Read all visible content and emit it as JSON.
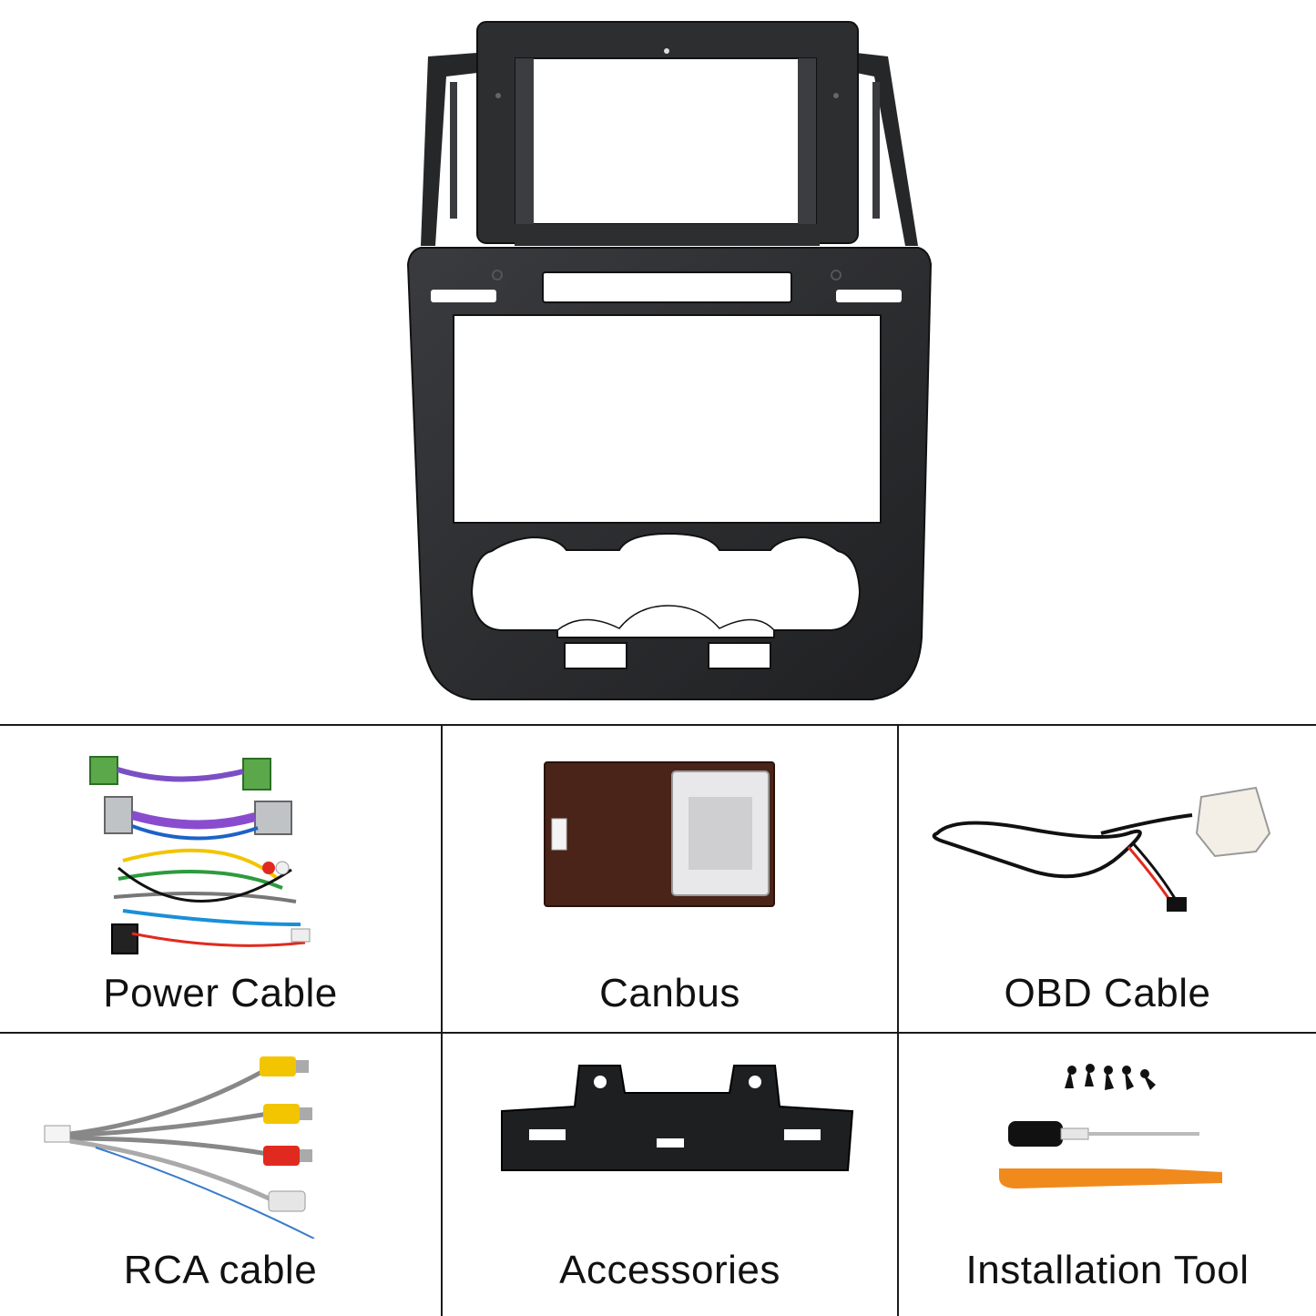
{
  "product": {
    "main_image": "dash-bezel-frame"
  },
  "items": [
    {
      "label": "Power Cable",
      "icon": "power-cable-harness"
    },
    {
      "label": "Canbus",
      "icon": "canbus-module"
    },
    {
      "label": "OBD Cable",
      "icon": "obd-cable"
    },
    {
      "label": "RCA cable",
      "icon": "rca-cable"
    },
    {
      "label": "Accessories",
      "icon": "mounting-bracket"
    },
    {
      "label": "Installation Tool",
      "icon": "screwdriver-pry-tool-screws"
    }
  ],
  "colors": {
    "frame": "#2a2b2d",
    "grid_line": "#1a1a1a",
    "rca_yellow": "#f2c500",
    "rca_red": "#e12a1f",
    "pry_tool": "#f08a1c",
    "canbus_board": "#4a2418"
  }
}
